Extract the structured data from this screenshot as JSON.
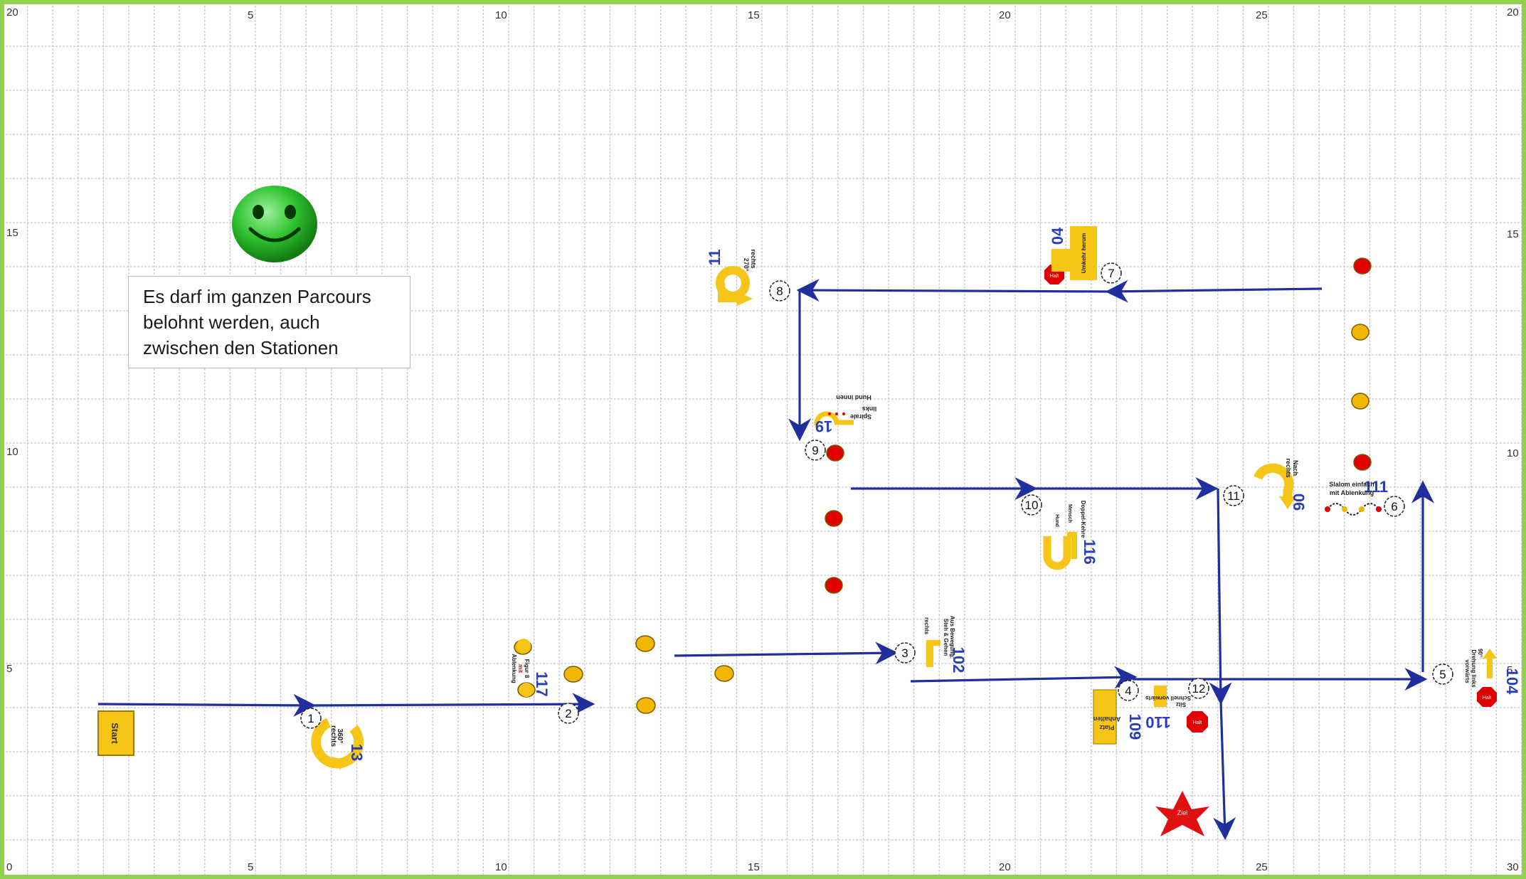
{
  "colors": {
    "frame": "#92d050",
    "grid": "#c8c8c8",
    "arrow": "#1f2f9e",
    "cone_yellow": "#f2b705",
    "cone_red": "#e00000",
    "sign_yellow": "#f5c518",
    "number_blue": "#2a3fb5",
    "smiley": "#2fc12f",
    "star": "#e01010"
  },
  "axis": {
    "top_left": "20",
    "bottom_left": "0",
    "top_right": "20",
    "bottom_right": "30",
    "x_ticks": [
      "5",
      "10",
      "15",
      "20",
      "25"
    ],
    "y_ticks": [
      "15",
      "10",
      "5"
    ]
  },
  "note_lines": [
    "Es darf im ganzen Parcours",
    "belohnt werden, auch",
    "zwischen den Stationen"
  ],
  "start_label": "Start",
  "finish_label": "Ziel",
  "stations": [
    "1",
    "2",
    "3",
    "4",
    "5",
    "6",
    "7",
    "8",
    "9",
    "10",
    "11",
    "12"
  ],
  "signs": {
    "s13": {
      "number": "13",
      "text": [
        "360°",
        "rechts"
      ]
    },
    "s117": {
      "number": "117",
      "text": [
        "Figur 8",
        "mit",
        "Ablenkung"
      ]
    },
    "s102": {
      "number": "102",
      "text": [
        "Aus Bewegung:",
        "Steh & Gehen",
        "rechts"
      ]
    },
    "s109": {
      "number": "109",
      "text": [
        "Anhalten",
        "Platz"
      ]
    },
    "s110": {
      "number": "110",
      "text": [
        "Schnell vorwärts",
        "Sitz"
      ]
    },
    "s104": {
      "number": "104",
      "text": [
        "90°",
        "Drehung links",
        "vorwärts"
      ]
    },
    "s111": {
      "number": "111",
      "text": [
        "Slalom einfach",
        "mit Ablenkung"
      ]
    },
    "s06": {
      "number": "06",
      "text": [
        "Nach",
        "rechts"
      ]
    },
    "s116": {
      "number": "116",
      "text": [
        "Doppel-Kehre",
        "Mensch",
        "Hund"
      ]
    },
    "s19": {
      "number": "19",
      "text": [
        "Spirale",
        "links",
        "Hund innen"
      ]
    },
    "s11": {
      "number": "11",
      "text": [
        "270°",
        "rechts"
      ]
    },
    "s04": {
      "number": "04",
      "text": [
        "Umkehr herum"
      ]
    }
  },
  "halt_label": "Halt"
}
